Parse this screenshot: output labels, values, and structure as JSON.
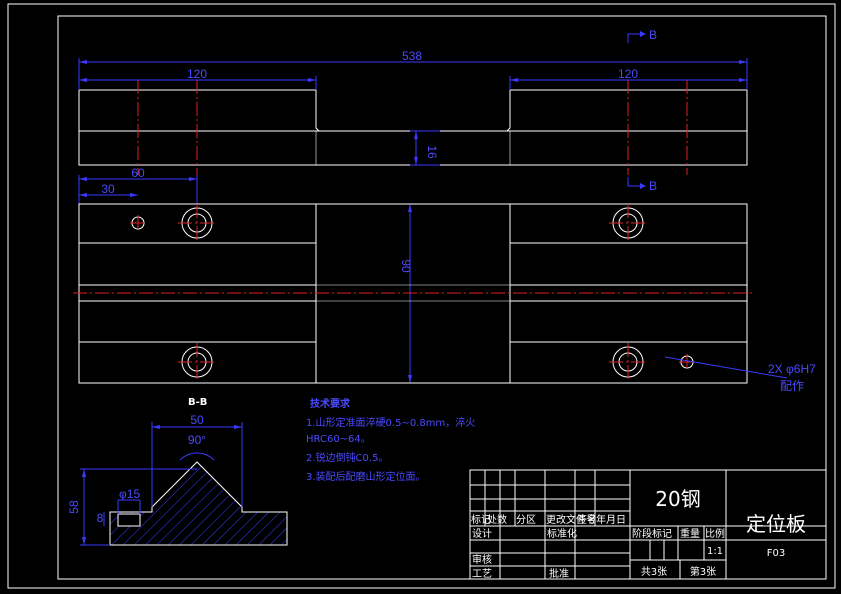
{
  "colors": {
    "background": "#000000",
    "outline": "#ffffff",
    "dimension": "#3a3aff",
    "centerline": "#e02020"
  },
  "dimensions": {
    "overall": "538",
    "left_width": "120",
    "right_width": "120",
    "thickness": "16",
    "hole_offset_far": "60",
    "hole_offset_near": "30",
    "height": "90",
    "section_width": "50",
    "section_angle": "90°",
    "section_height": "58",
    "hole_diameter": "φ15",
    "small_dim": "8",
    "hole_callout_1": "2X φ6H7",
    "hole_callout_2": "配作"
  },
  "section": {
    "marker": "B",
    "view_label": "B-B"
  },
  "notes": {
    "heading": "技术要求",
    "line1": "1.山形定准面淬硬0.5~0.8mm，淬火",
    "line2": "HRC60~64。",
    "line3": "2.锐边倒钝C0.5。",
    "line4": "3.装配后配磨山形定位面。"
  },
  "title_block": {
    "material": "20钢",
    "part_name": "定位板",
    "drawing_no": "F03",
    "row_headers": [
      "标记",
      "处数",
      "分区",
      "更改文件号",
      "签名",
      "年月日"
    ],
    "design": "设计",
    "standardization": "标准化",
    "review": "审核",
    "process": "工艺",
    "approve": "批准",
    "stage_mark": "阶段标记",
    "weight": "重量",
    "scale_label": "比例",
    "scale": "1:1",
    "sheets_total": "共3张",
    "sheet_current": "第3张"
  }
}
